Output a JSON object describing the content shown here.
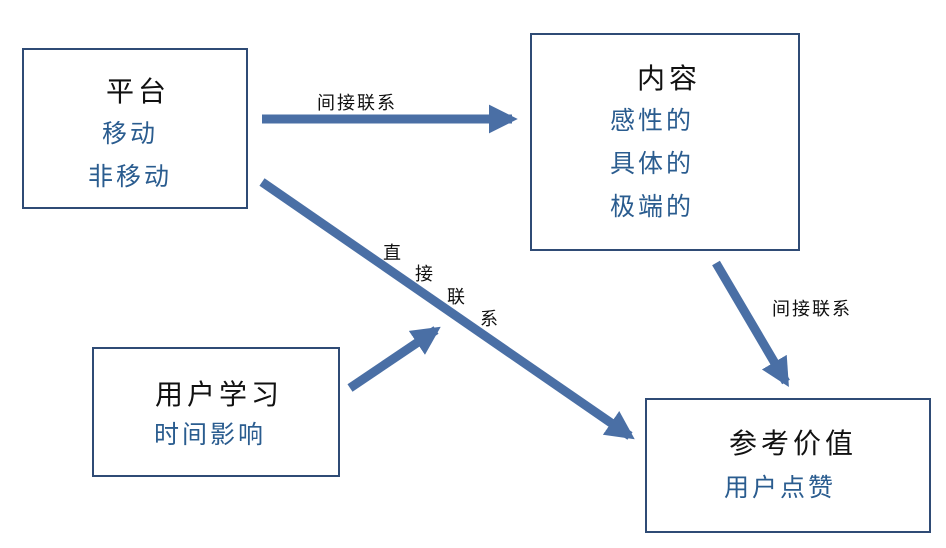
{
  "nodes": {
    "platform": {
      "title": "平台",
      "items": [
        "移动",
        "非移动"
      ]
    },
    "content": {
      "title": "内容",
      "items": [
        "感性的",
        "具体的",
        "极端的"
      ]
    },
    "user_learning": {
      "title": "用户学习",
      "items": [
        "时间影响"
      ]
    },
    "reference_value": {
      "title": "参考价值",
      "items": [
        "用户点赞"
      ]
    }
  },
  "edges": {
    "platform_to_content": "间接联系",
    "content_to_value": "间接联系",
    "platform_to_value": [
      "直",
      "接",
      "联",
      "系"
    ]
  },
  "colors": {
    "arrow": "#4a6fa5",
    "border": "#2f4b75",
    "item_text": "#2a5c8f"
  }
}
